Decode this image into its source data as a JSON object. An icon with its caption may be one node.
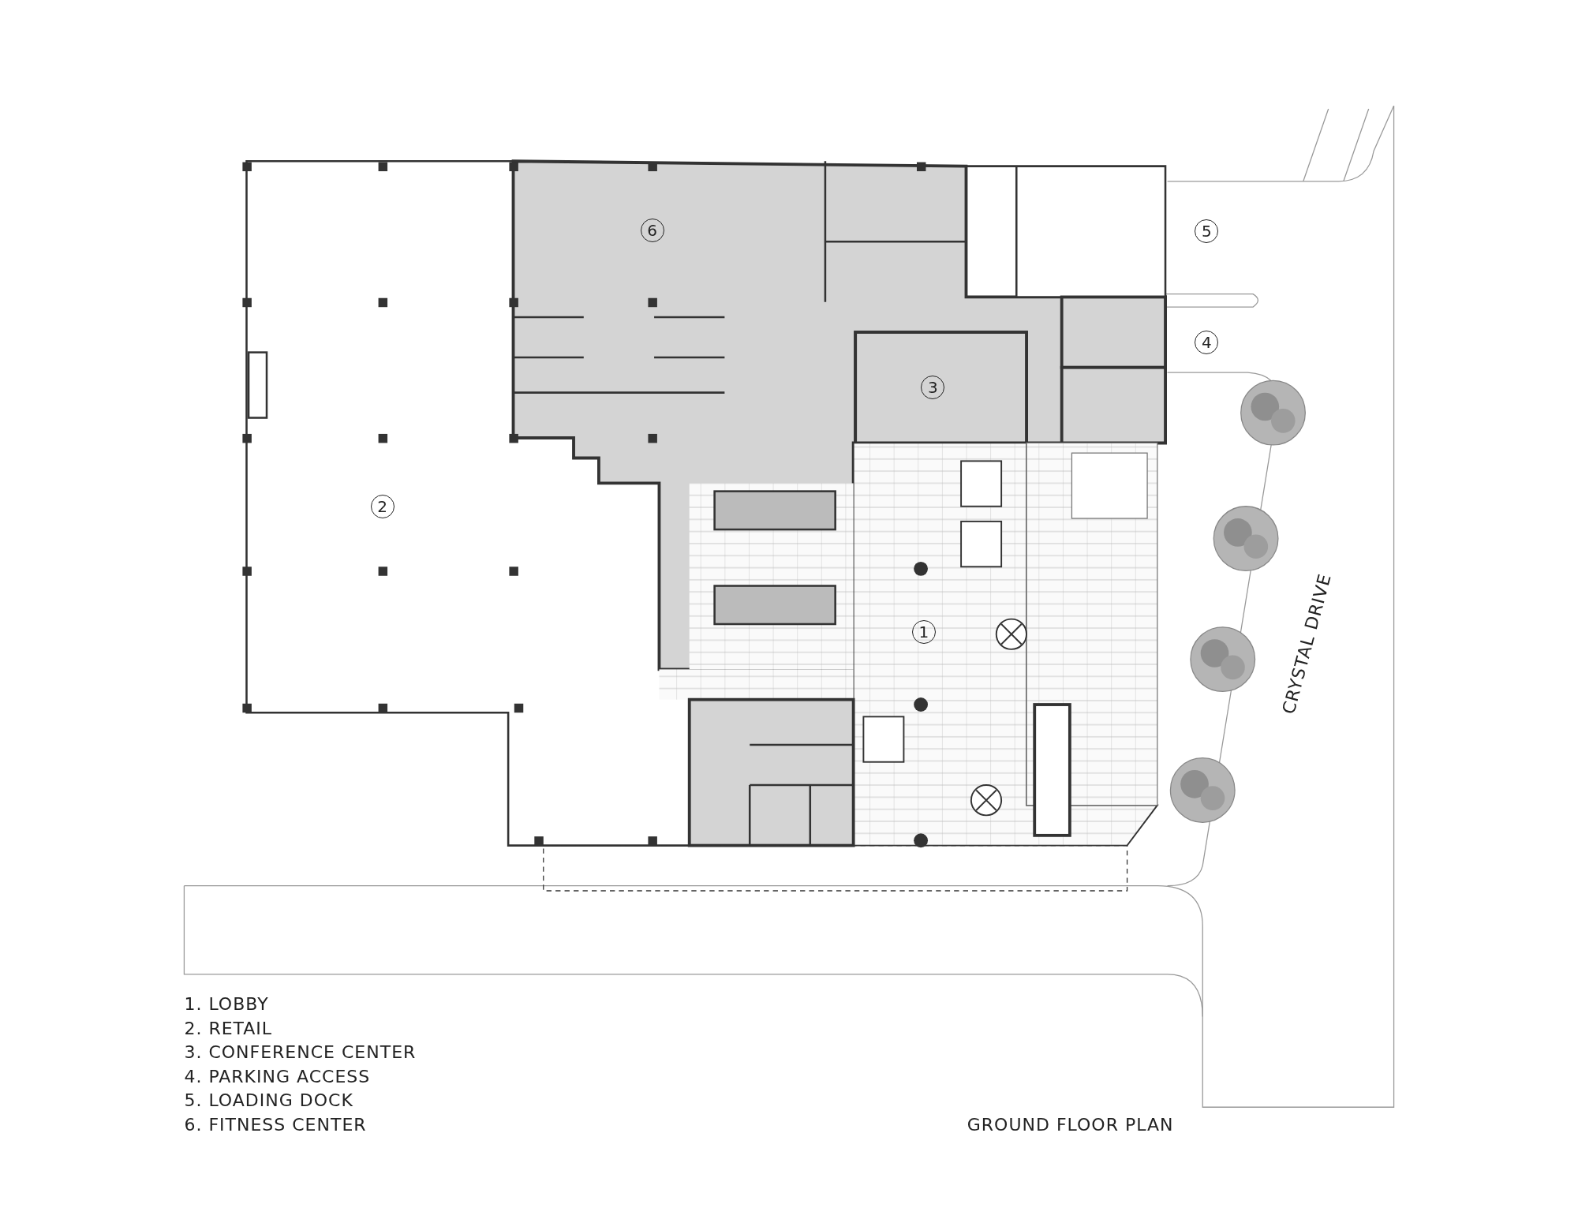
{
  "diagram": {
    "caption": "GROUND FLOOR PLAN",
    "labels": [
      "6",
      "5",
      "4",
      "3",
      "2",
      "1",
      "CRYSTAL DRIVE",
      "1. LOBBY",
      "2. RETAIL",
      "3. CONFERENCE CENTER",
      "4. PARKING ACCESS",
      "5. LOADING DOCK",
      "6. FITNESS CENTER"
    ]
  }
}
